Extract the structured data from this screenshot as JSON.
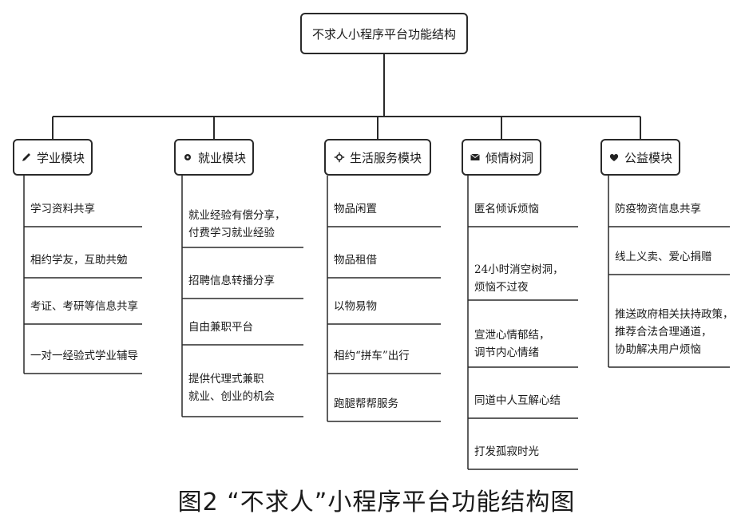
{
  "root": {
    "label": "不求人小程序平台功能结构"
  },
  "modules": [
    {
      "label": "学业模块",
      "icon": "pencil-icon",
      "items": [
        "学习资料共享",
        "相约学友，互助共勉",
        "考证、考研等信息共享",
        "一对一经验式学业辅导"
      ]
    },
    {
      "label": "就业模块",
      "icon": "gear-icon",
      "items": [
        "就业经验有偿分享，\n付费学习就业经验",
        "招聘信息转播分享",
        "自由兼职平台",
        "提供代理式兼职\n就业、创业的机会"
      ]
    },
    {
      "label": "生活服务模块",
      "icon": "sun-icon",
      "items": [
        "物品闲置",
        "物品租借",
        "以物易物",
        "相约“拼车”出行",
        "跑腿帮帮服务"
      ]
    },
    {
      "label": "倾情树洞",
      "icon": "envelope-icon",
      "items": [
        "匿名倾诉烦恼",
        "24小时消空树洞，\n烦恼不过夜",
        "宣泄心情郁结，\n调节内心情绪",
        "同道中人互解心结",
        "打发孤寂时光"
      ]
    },
    {
      "label": "公益模块",
      "icon": "heart-icon",
      "items": [
        "防疫物资信息共享",
        "线上义卖、爱心捐赠",
        "推送政府相关扶持政策，\n推荐合法合理通道，\n协助解决用户烦恼"
      ]
    }
  ],
  "caption": "图2 “不求人”小程序平台功能结构图"
}
